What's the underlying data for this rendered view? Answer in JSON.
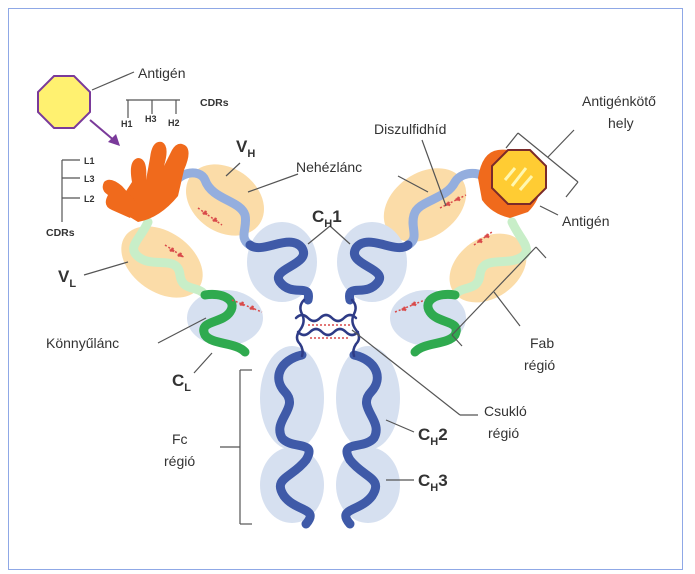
{
  "labels": {
    "antigen_top": "Antigén",
    "cdrs_heavy": "CDRs",
    "h1": "H1",
    "h3": "H3",
    "h2": "H2",
    "l1": "L1",
    "l3": "L3",
    "l2": "L2",
    "cdrs_light": "CDRs",
    "vh": "V",
    "vh_sub": "H",
    "nehezlanc": "Nehézlánc",
    "ch1": "C",
    "ch1_sub": "H",
    "ch1_num": "1",
    "vl": "V",
    "vl_sub": "L",
    "konnyulanc": "Könnyűlánc",
    "cl": "C",
    "cl_sub": "L",
    "diszulfidhid": "Diszulfidhíd",
    "antigenkoto_1": "Antigénkötő",
    "antigenkoto_2": "hely",
    "antigen_right": "Antigén",
    "fab_1": "Fab",
    "fab_2": "régió",
    "csuklo_1": "Csukló",
    "csuklo_2": "régió",
    "fc_1": "Fc",
    "fc_2": "régió",
    "ch2": "C",
    "ch2_sub": "H",
    "ch2_num": "2",
    "ch3": "C",
    "ch3_sub": "H",
    "ch3_num": "3"
  },
  "colors": {
    "heavy_constant": "#3f5aa8",
    "heavy_variable": "#94aede",
    "light_constant": "#2faa4f",
    "light_variable": "#c8eec8",
    "cdr": "#f06a1c",
    "domain_blue": "#d6e0f0",
    "domain_orange": "#fbdca8",
    "disulfide": "#d94a4a",
    "antigen_fill": "#fff170",
    "antigen_stroke": "#7a3a9a",
    "frame": "#8fa8e6"
  }
}
